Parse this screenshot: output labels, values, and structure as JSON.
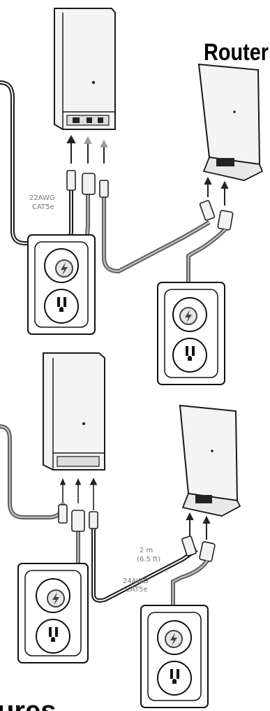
{
  "title": "Router",
  "bottom_cut_label": "ures",
  "top_scene": {
    "cable_label_line1": "22AWG",
    "cable_label_line2": "CAT5e"
  },
  "bottom_scene": {
    "length_label_line1": "2 m",
    "length_label_line2": "(6.5 ft)",
    "cable_label_line1": "24AWG",
    "cable_label_line2": "CAT5e"
  },
  "icons": [
    "power-bolt-icon",
    "power-bolt-icon",
    "power-bolt-icon",
    "power-bolt-icon"
  ],
  "colors": {
    "line": "#1a1a1a",
    "gray_cable": "#7a7a7a",
    "device_fill": "#f4f4f4"
  }
}
